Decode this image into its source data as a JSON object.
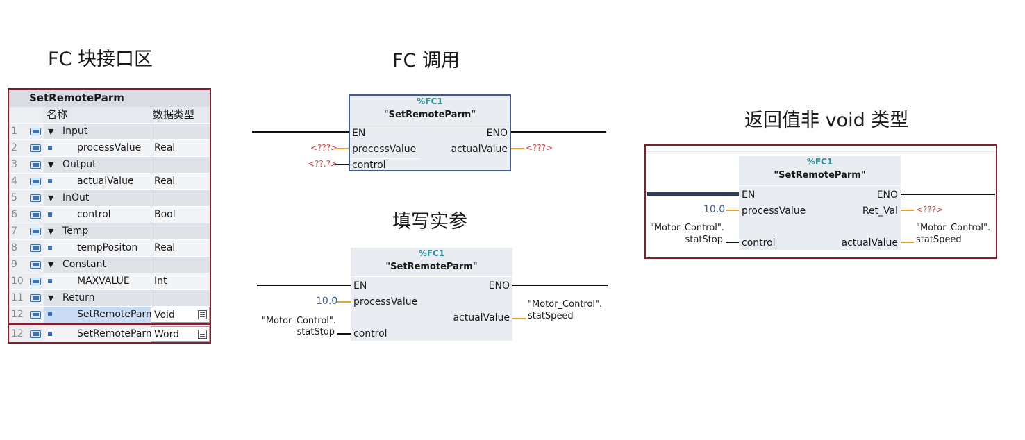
{
  "headings": {
    "interface": "FC 块接口区",
    "call": "FC 调用",
    "fill": "填写实参",
    "return": "返回值非 void 类型"
  },
  "interface_table": {
    "title": "SetRemoteParm",
    "columns": [
      "名称",
      "数据类型"
    ],
    "rows": [
      {
        "num": "1",
        "name": "Input",
        "type": "",
        "kind": "section"
      },
      {
        "num": "2",
        "name": "processValue",
        "type": "Real",
        "kind": "item"
      },
      {
        "num": "3",
        "name": "Output",
        "type": "",
        "kind": "section"
      },
      {
        "num": "4",
        "name": "actualValue",
        "type": "Real",
        "kind": "item"
      },
      {
        "num": "5",
        "name": "InOut",
        "type": "",
        "kind": "section"
      },
      {
        "num": "6",
        "name": "control",
        "type": "Bool",
        "kind": "item"
      },
      {
        "num": "7",
        "name": "Temp",
        "type": "",
        "kind": "section"
      },
      {
        "num": "8",
        "name": "tempPositon",
        "type": "Real",
        "kind": "item"
      },
      {
        "num": "9",
        "name": "Constant",
        "type": "",
        "kind": "section"
      },
      {
        "num": "10",
        "name": "MAXVALUE",
        "type": "Int",
        "kind": "item"
      },
      {
        "num": "11",
        "name": "Return",
        "type": "",
        "kind": "section"
      },
      {
        "num": "12",
        "name": "SetRemoteParm",
        "type": "Void",
        "kind": "selected"
      }
    ],
    "alt_row": {
      "num": "12",
      "name": "SetRemoteParm",
      "type": "Word"
    }
  },
  "block": {
    "id": "%FC1",
    "name": "\"SetRemoteParm\"",
    "en": "EN",
    "eno": "ENO",
    "in1": "processValue",
    "in2": "control",
    "out1": "actualValue",
    "ret": "Ret_Val"
  },
  "call": {
    "in1_value": "<???>",
    "in2_value": "<??.?>",
    "out1_value": "<???>"
  },
  "fill": {
    "in1_value": "10.0",
    "control_tag_line1": "\"Motor_Control\".",
    "control_tag_line2": "statStop",
    "out_tag_line1": "\"Motor_Control\".",
    "out_tag_line2": "statSpeed"
  },
  "ret_block": {
    "in1_value": "10.0",
    "ret_value": "<???>",
    "control_tag_line1": "\"Motor_Control\".",
    "control_tag_line2": "statStop",
    "out_tag_line1": "\"Motor_Control\".",
    "out_tag_line2": "statSpeed"
  },
  "colors": {
    "frame": "#8b1a2b",
    "block_bg": "#e9ecf1",
    "block_id": "#2f8f9a",
    "wire_orange": "#f0a020",
    "placeholder_red": "#d04040",
    "value_blue": "#3a5f9e"
  }
}
